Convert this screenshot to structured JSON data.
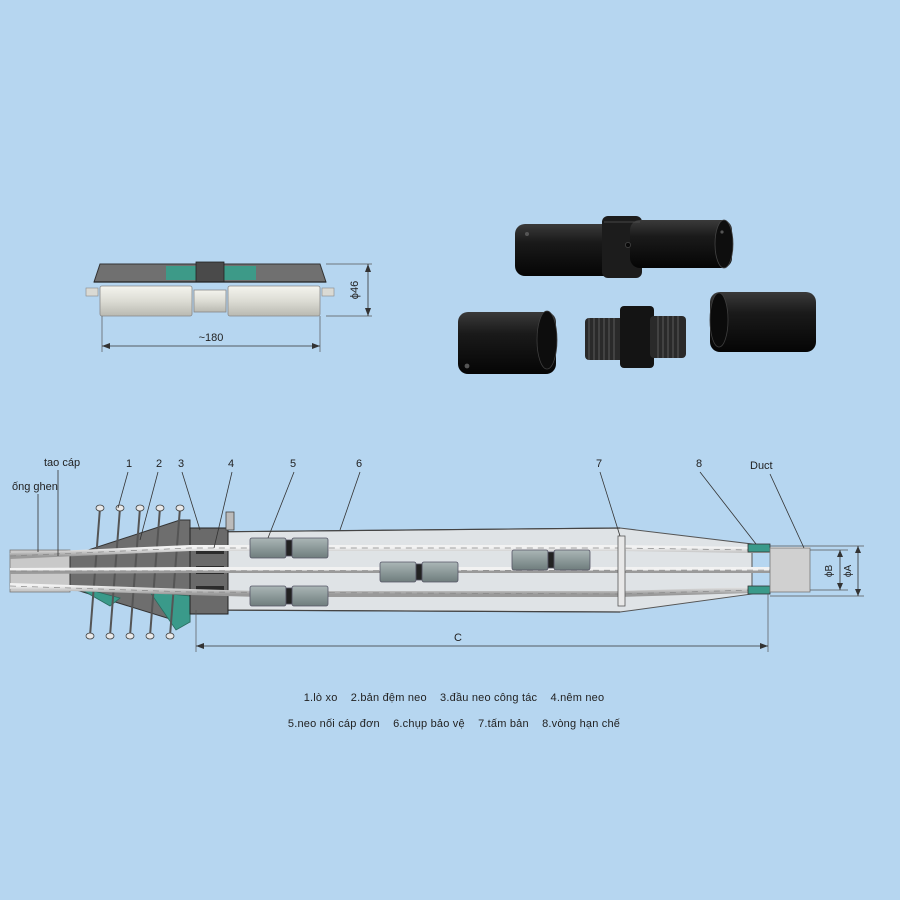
{
  "colors": {
    "background": "#b6d6f0",
    "metal": "#6e6e6e",
    "metal_dark": "#3a3a3a",
    "roller": "#e6e6e0",
    "wedge_green": "#3a9a8a",
    "coupler": "#8a9a9a",
    "photo_black": "#141414"
  },
  "top_drawing": {
    "width_label": "~180",
    "diameter_label": "ϕ46"
  },
  "callouts": {
    "tao_cap": "tao cáp",
    "ong_ghen": "ống ghen",
    "n1": "1",
    "n2": "2",
    "n3": "3",
    "n4": "4",
    "n5": "5",
    "n6": "6",
    "n7": "7",
    "n8": "8",
    "duct": "Duct"
  },
  "dimensions": {
    "c": "C",
    "phi_b": "ϕB",
    "phi_a": "ϕA"
  },
  "legend": {
    "row1": [
      "1.lò xo",
      "2.bản đệm neo",
      "3.đầu neo công tác",
      "4.nêm neo"
    ],
    "row2": [
      "5.neo nối cáp đơn",
      "6.chụp bảo vệ",
      "7.tấm bản",
      "8.vòng hạn chế"
    ]
  },
  "photo_icons": [
    "coupler-assembled-icon",
    "sleeve-left-icon",
    "threaded-connector-icon",
    "sleeve-right-icon"
  ]
}
